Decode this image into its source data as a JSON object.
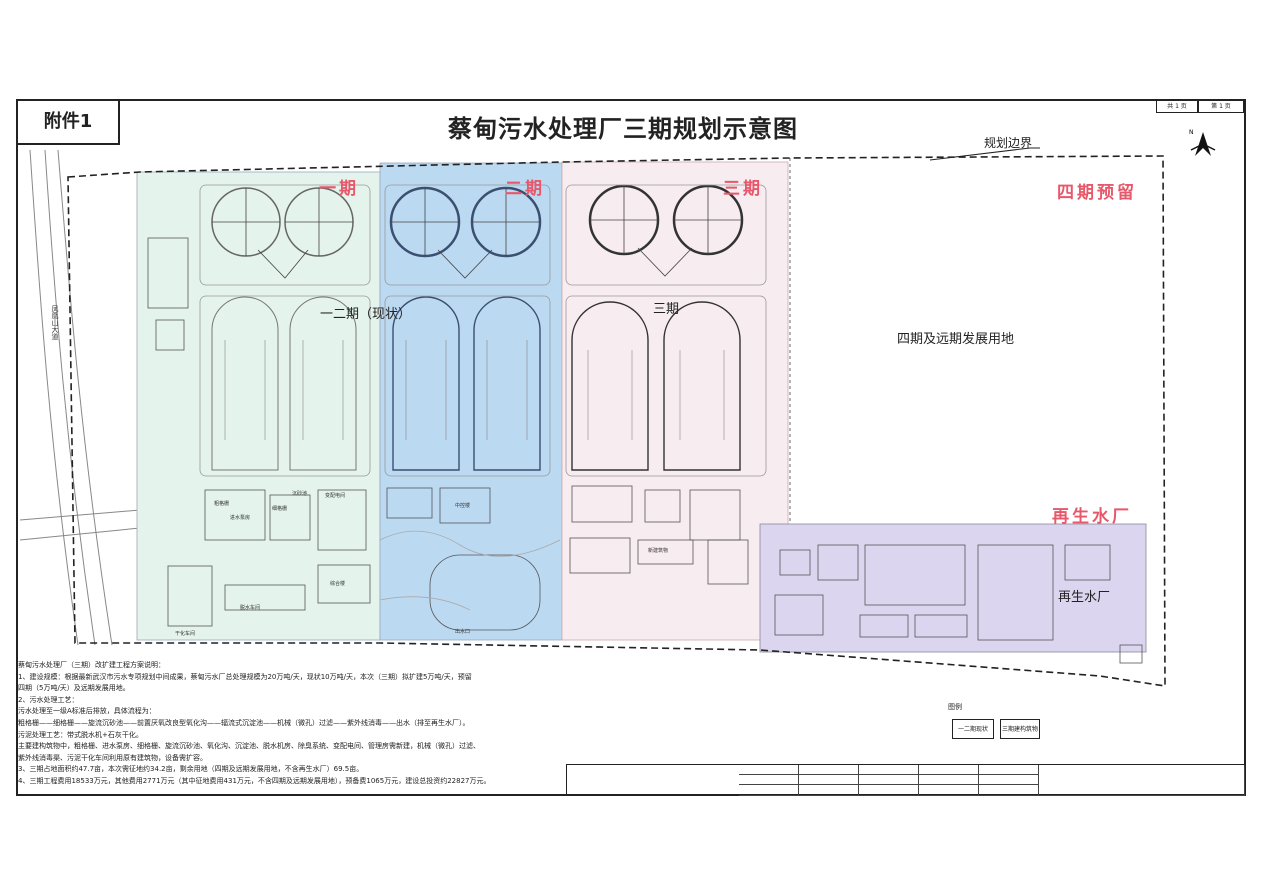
{
  "header": {
    "attachment_label": "附件1",
    "title": "蔡甸污水处理厂三期规划示意图",
    "page_total": "共 1 页",
    "page_number": "第 1 页",
    "compass_letter": "N"
  },
  "plan": {
    "boundary_label": "规划边界",
    "road_label": "凤凰山大道",
    "phases": {
      "phase1": "一期",
      "phase2": "二期",
      "phase3": "三期",
      "phase4": "四期预留",
      "reclaimed": "再生水厂"
    },
    "zone_labels": {
      "existing": "一二期（现状）",
      "phase3": "三期",
      "future": "四期及远期发展用地",
      "reclaimed_plant": "再生水厂"
    },
    "building_labels": {
      "coarse_screen": "粗格栅",
      "influent_pump": "进水泵房",
      "fine_screen": "细格栅",
      "grit_chamber": "沉砂池",
      "substation": "变配电间",
      "dewatering": "脱水车间",
      "middle_control": "中控楼",
      "new_building": "新建筑物",
      "outlet": "出水口",
      "comprehensive": "综合楼",
      "sludge_house": "干化车间"
    },
    "colors": {
      "phase1_fill": "#e4f3ec",
      "phase2_fill": "#bcd9f2",
      "phase3_fill": "#f7ecef",
      "reclaimed_fill": "#dcd5ef",
      "phase_text": "#e8586b",
      "boundary": "#222222"
    }
  },
  "notes": {
    "heading": "蔡甸污水处理厂（三期）改扩建工程方案说明：",
    "lines": [
      "1、建设规模：根据最新武汉市污水专项规划中间成果，蔡甸污水厂总处理规模为20万吨/天，现状10万吨/天，本次（三期）拟扩建5万吨/天，预留",
      "四期（5万吨/天）及远期发展用地。",
      "2、污水处理工艺：",
      "污水处理至一级A标准后排放，具体流程为：",
      "粗格栅——细格栅——旋流沉砂池——前置厌氧改良型氧化沟——辐流式沉淀池——机械（微孔）过滤——紫外线消毒——出水（排至再生水厂）。",
      "污泥处理工艺：带式脱水机+石灰干化。",
      "主要建构筑物中，粗格栅、进水泵房、细格栅、旋流沉砂池、氧化沟、沉淀池、脱水机房、除臭系统、变配电间、管理房需新建，机械（微孔）过滤、",
      "紫外线消毒渠、污泥干化车间利用原有建筑物，设备需扩容。",
      "3、三期占地面积约47.7亩，本次需征地约34.2亩，剩余用地（四期及远期发展用地，不含再生水厂）69.5亩。",
      "4、三期工程费用18533万元，其他费用2771万元（其中征地费用431万元，不含四期及远期发展用地），预备费1065万元，建设总投资约22827万元。"
    ]
  },
  "legend": {
    "title": "图例",
    "items": [
      "一二期现状",
      "三期建构筑物"
    ]
  }
}
